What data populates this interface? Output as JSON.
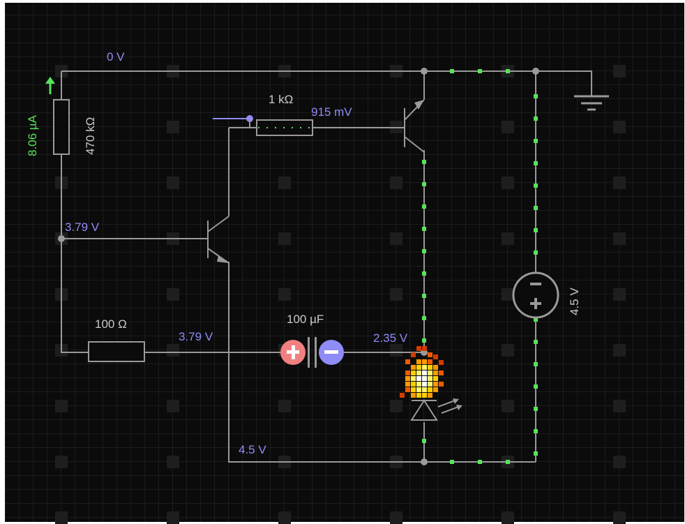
{
  "labels": {
    "top_voltage": "0 V",
    "current": "8.06 µA",
    "resistor_470k": "470 kΩ",
    "resistor_1k": "1 kΩ",
    "voltage_915": "915 mV",
    "base_voltage": "3.79 V",
    "resistor_100": "100 Ω",
    "node_voltage_379": "3.79 V",
    "capacitor": "100 µF",
    "led_voltage": "2.35 V",
    "bottom_voltage": "4.5 V",
    "source_voltage": "4.5 V"
  },
  "colors": {
    "background": "#0b0b0b",
    "grid": "#2c2c2c",
    "grid_dot": "#1e1e1e",
    "wire": "#9a9a9a",
    "current_dot": "#58e35a",
    "voltage_text": "#8f8cf7",
    "component_text": "#c9c9c9",
    "current_text": "#58e35a",
    "cap_plus": "#f08080",
    "cap_minus": "#8f8cf7"
  },
  "icons": {
    "ground": "ground-icon",
    "source": "dc-voltage-source-icon",
    "led": "led-icon",
    "current_arrow": "arrow-up-icon"
  }
}
